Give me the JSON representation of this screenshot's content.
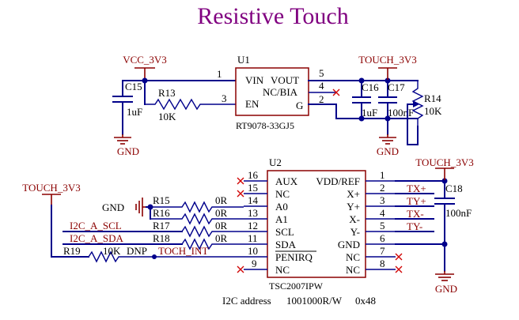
{
  "title": "Resistive Touch",
  "colors": {
    "title": "#800080",
    "wire": "#00008b",
    "power": "#8b0000",
    "no_connect": "#d00000"
  },
  "power_nets": {
    "vcc": "VCC_3V3",
    "touch_top": "TOUCH_3V3",
    "touch_right": "TOUCH_3V3",
    "touch_left": "TOUCH_3V3",
    "gnd_left": "GND",
    "gnd_mid": "GND",
    "gnd_right": "GND",
    "gnd_bus": "GND"
  },
  "u1": {
    "ref": "U1",
    "part": "RT9078-33GJ5",
    "pins": [
      {
        "num": "1",
        "name": "VIN"
      },
      {
        "num": "3",
        "name": "EN"
      },
      {
        "num": "5",
        "name": "VOUT"
      },
      {
        "num": "4",
        "name": "NC/BIA"
      },
      {
        "num": "2",
        "name": "G"
      }
    ]
  },
  "u2": {
    "ref": "U2",
    "part": "TSC2007IPW",
    "left_pins": [
      {
        "num": "16",
        "name": "AUX"
      },
      {
        "num": "15",
        "name": "NC"
      },
      {
        "num": "14",
        "name": "A0"
      },
      {
        "num": "13",
        "name": "A1"
      },
      {
        "num": "12",
        "name": "SCL"
      },
      {
        "num": "11",
        "name": "SDA"
      },
      {
        "num": "10",
        "name": "PENIRQ"
      },
      {
        "num": "9",
        "name": "NC"
      }
    ],
    "right_pins": [
      {
        "num": "1",
        "name": "VDD/REF"
      },
      {
        "num": "2",
        "name": "X+"
      },
      {
        "num": "3",
        "name": "Y+"
      },
      {
        "num": "4",
        "name": "X-"
      },
      {
        "num": "5",
        "name": "Y-"
      },
      {
        "num": "6",
        "name": "GND"
      },
      {
        "num": "7",
        "name": "NC"
      },
      {
        "num": "8",
        "name": "NC"
      }
    ]
  },
  "components": {
    "c15": {
      "ref": "C15",
      "value": "1uF"
    },
    "r13": {
      "ref": "R13",
      "value": "10K"
    },
    "c16": {
      "ref": "C16",
      "value": "1uF"
    },
    "c17": {
      "ref": "C17",
      "value": "100nF"
    },
    "r14": {
      "ref": "R14",
      "value": "10K"
    },
    "c18": {
      "ref": "C18",
      "value": "100nF"
    },
    "r15": {
      "ref": "R15",
      "value": "0R"
    },
    "r16": {
      "ref": "R16",
      "value": "0R"
    },
    "r17": {
      "ref": "R17",
      "value": "0R"
    },
    "r18": {
      "ref": "R18",
      "value": "0R"
    },
    "r19": {
      "ref": "R19",
      "value": "10K"
    },
    "r19_note": "DNP"
  },
  "nets": {
    "tx_plus": "TX+",
    "ty_plus": "TY+",
    "tx_minus": "TX-",
    "ty_minus": "TY-",
    "i2c_scl": "I2C_A_SCL",
    "i2c_sda": "I2C_A_SDA",
    "toch_int": "TOCH_INT",
    "gnd_label": "GND"
  },
  "footer": {
    "address_label": "I2C address",
    "address_bits": "1001000R/W",
    "address_hex": "0x48"
  }
}
